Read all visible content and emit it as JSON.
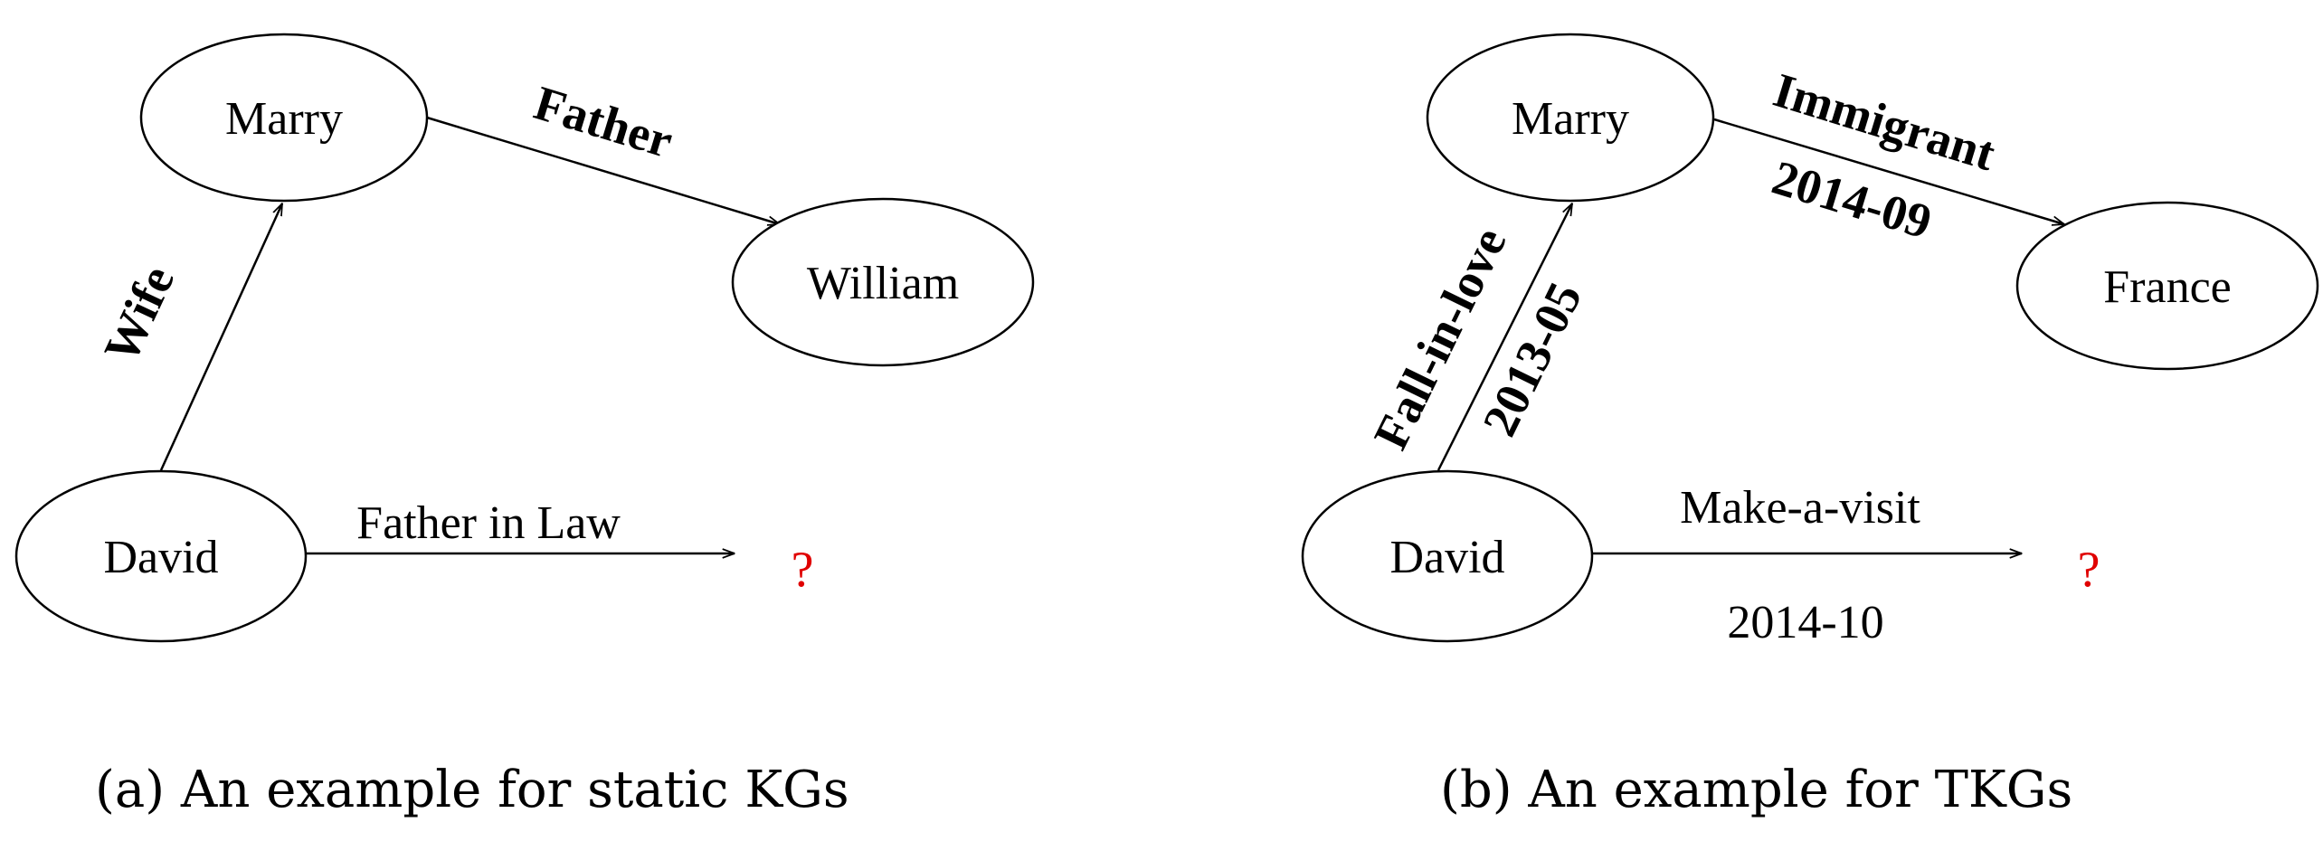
{
  "panel_a": {
    "nodes": {
      "marry": "Marry",
      "william": "William",
      "david": "David",
      "unknown": "?"
    },
    "edges": {
      "father": "Father",
      "wife": "Wife",
      "father_in_law": "Father in Law"
    },
    "caption": "(a)  An example for static KGs"
  },
  "panel_b": {
    "nodes": {
      "marry": "Marry",
      "france": "France",
      "david": "David",
      "unknown": "?"
    },
    "edges": {
      "immigrant": "Immigrant",
      "immigrant_date": "2014-09",
      "fall_in_love": "Fall-in-love",
      "fall_in_love_date": "2013-05",
      "make_a_visit": "Make-a-visit",
      "make_a_visit_date": "2014-10"
    },
    "caption": "(b)  An example for TKGs"
  },
  "colors": {
    "unknown_mark": "#e00000",
    "stroke": "#000000"
  }
}
